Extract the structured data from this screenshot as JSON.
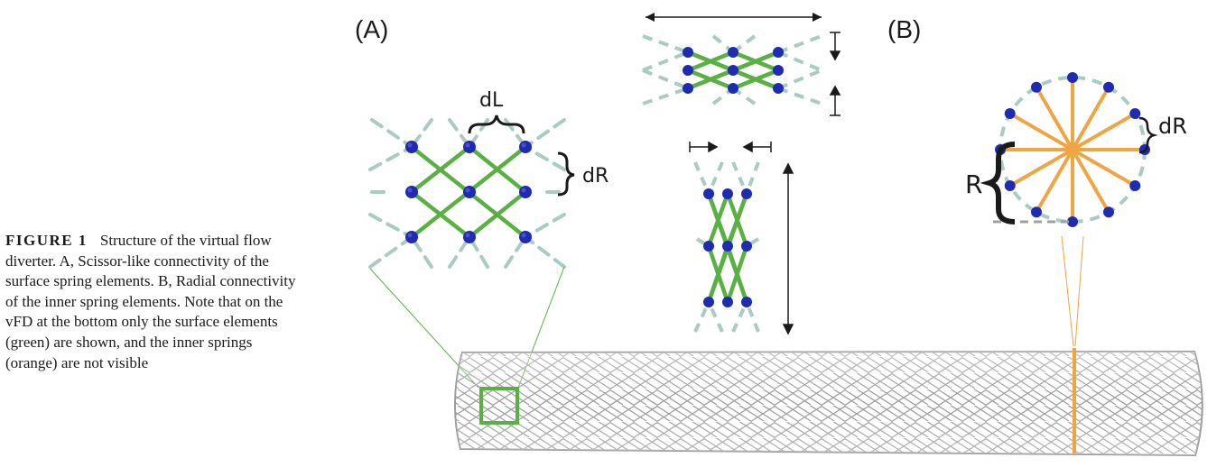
{
  "caption": {
    "label": "FIGURE 1",
    "text": "Structure of the virtual flow diverter. A, Scissor-like connectivity of the surface spring elements. B, Radial connectivity of the inner spring elements. Note that on the vFD at the bottom only the surface elements (green) are shown, and the inner springs (orange) are not visible"
  },
  "panels": {
    "a_label": "(A)",
    "b_label": "(B)"
  },
  "annotations": {
    "dL": "dL",
    "dR_a": "dR",
    "dR_b": "dR",
    "R": "R"
  },
  "colors": {
    "surface_spring": "#5bb043",
    "inner_spring": "#f0a543",
    "node_fill": "#1f2bb0",
    "dashed_spring": "#a9cbc3",
    "tube_mesh": "#9a9a9a",
    "outline": "#1a1a1a"
  }
}
